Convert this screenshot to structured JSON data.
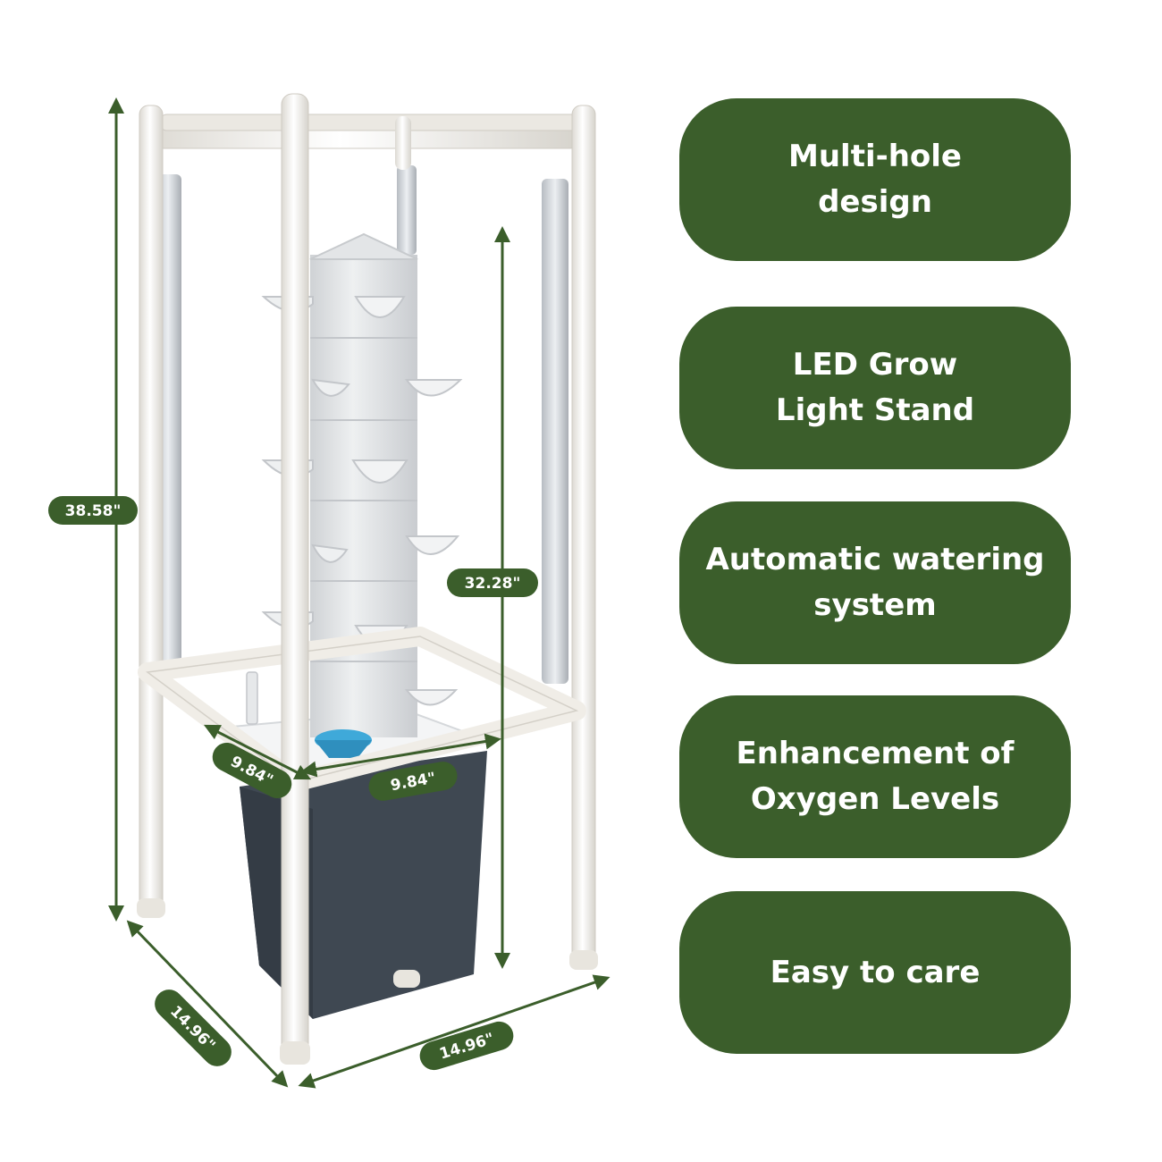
{
  "theme": {
    "accent": "#3b5e2b",
    "frame": "#f2f0eb",
    "tower": "#e4e6e8",
    "reservoir": "#3f4852",
    "funnel": "#3fa9d9"
  },
  "dimensions": {
    "frame_height": "38.58\"",
    "tower_height": "32.28\"",
    "tray_depth": "9.84\"",
    "tray_width": "9.84\"",
    "base_depth": "14.96\"",
    "base_width": "14.96\""
  },
  "features": [
    {
      "label": "Multi-hole\ndesign"
    },
    {
      "label": "LED Grow\nLight Stand"
    },
    {
      "label": "Automatic watering\nsystem"
    },
    {
      "label": "Enhancement of\nOxygen Levels"
    },
    {
      "label": "Easy to care"
    }
  ]
}
